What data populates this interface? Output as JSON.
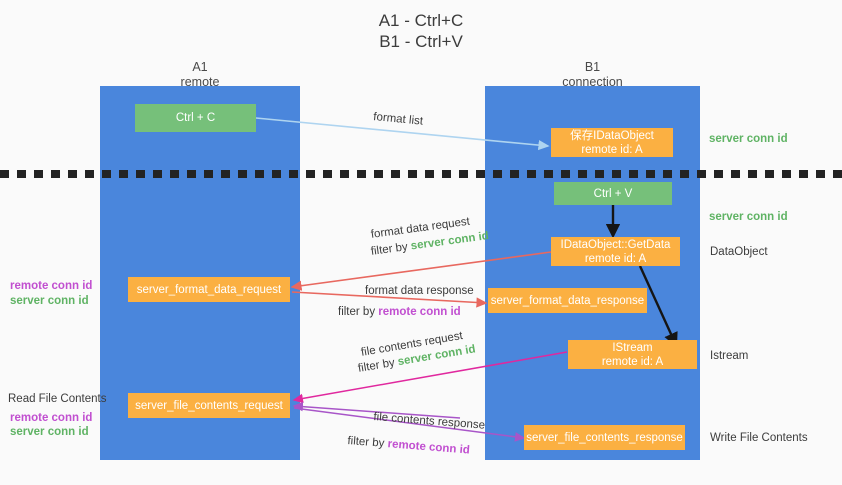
{
  "title": {
    "line1": "A1 - Ctrl+C",
    "line2": "B1 - Ctrl+V"
  },
  "columns": [
    {
      "name": "A1",
      "sub": "remote"
    },
    {
      "name": "B1",
      "sub": "connection"
    }
  ],
  "boxes": {
    "ctrl_c": {
      "label": "Ctrl + C"
    },
    "ctrl_v": {
      "label": "Ctrl + V"
    },
    "save_dataobject": {
      "line1": "保存IDataObject",
      "line2": "remote id: A"
    },
    "getdata": {
      "line1": "IDataObject::GetData",
      "line2": "remote id: A"
    },
    "istream": {
      "line1": "IStream",
      "line2": "remote id: A"
    },
    "format_data_request": {
      "label": "server_format_data_request"
    },
    "format_data_response": {
      "label": "server_format_data_response"
    },
    "file_contents_request": {
      "label": "server_file_contents_request"
    },
    "file_contents_response": {
      "label": "server_file_contents_response"
    }
  },
  "edge_labels": {
    "format_list": "format list",
    "format_data_request": "format data request",
    "format_data_request_filter_pre": "filter by ",
    "format_data_request_filter_key": "server conn id",
    "format_data_response": "format data response",
    "format_data_response_filter_pre": "filter by ",
    "format_data_response_filter_key": "remote conn id",
    "file_contents_request": "file contents request",
    "file_contents_request_filter_pre": "filter by ",
    "file_contents_request_filter_key": "server conn id",
    "file_contents_response": "file contents response",
    "file_contents_response_filter_pre": "filter by ",
    "file_contents_response_filter_key": "remote conn id"
  },
  "annotations": {
    "right_server_conn_id_top": "server conn id",
    "right_server_conn_id_mid": "server conn id",
    "right_dataobject": "DataObject",
    "right_istream": "Istream",
    "right_write_file_contents": "Write File Contents",
    "left_remote_conn_id_1": "remote conn id",
    "left_server_conn_id_1": "server conn id",
    "left_read_file_contents": "Read File Contents",
    "left_remote_conn_id_2": "remote conn id",
    "left_server_conn_id_2": "server conn id"
  },
  "colors": {
    "lane_blue": "#4a86dc",
    "box_orange": "#fbb042",
    "box_green": "#76c07a",
    "arrow_lightblue": "#aed4f0",
    "arrow_red": "#e8685f",
    "arrow_black": "#151515",
    "arrow_magenta": "#e0289e",
    "arrow_purple": "#a855c8",
    "text_green": "#5fb364",
    "text_purple": "#c14fd0",
    "background": "#fafafa"
  }
}
